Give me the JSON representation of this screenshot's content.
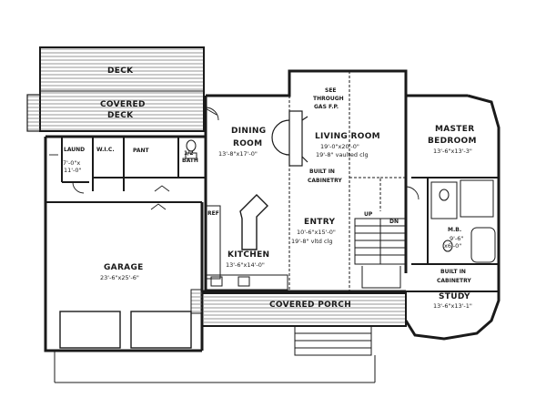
{
  "labels": {
    "deck": "DECK",
    "covered_deck_1": "COVERED",
    "covered_deck_2": "DECK",
    "laund": "LAUND",
    "laund_dim_1": "7'-0\"x",
    "laund_dim_2": "11'-0\"",
    "wic": "W.I.C.",
    "pant": "PANT",
    "half_bath_1": "1/2",
    "half_bath_2": "BATH",
    "dining_1": "DINING",
    "dining_2": "ROOM",
    "dining_dim": "13'-8\"x17'-0\"",
    "see_through_1": "SEE",
    "see_through_2": "THROUGH",
    "see_through_3": "GAS F.P.",
    "living": "LIVING ROOM",
    "living_dim": "19'-0\"x20'-0\"",
    "living_clg": "19'-8\" vaulted clg",
    "built_in_1": "BUILT IN",
    "built_in_2": "CABINETRY",
    "master_1": "MASTER",
    "master_2": "BEDROOM",
    "master_dim": "13'-6\"x13'-3\"",
    "entry": "ENTRY",
    "entry_dim": "10'-6\"x15'-0\"",
    "entry_clg": "19'-8\" vltd clg",
    "up": "UP",
    "dn": "DN",
    "kitchen": "KITCHEN",
    "kitchen_dim": "13'-6\"x14'-0\"",
    "ref": "REF",
    "garage": "GARAGE",
    "garage_dim": "23'-6\"x25'-6\"",
    "covered_porch": "COVERED PORCH",
    "mb_1": "M.B.",
    "mb_dim_1": "9'-6\"",
    "mb_dim_2": "x6'-0\"",
    "built_in_study_1": "BUILT IN",
    "built_in_study_2": "CABINETRY",
    "study": "STUDY",
    "study_dim": "13'-6\"x13'-1\""
  },
  "colors": {
    "wall": "#1a1a1a",
    "hatch": "#8a8a8a",
    "background": "#ffffff"
  }
}
